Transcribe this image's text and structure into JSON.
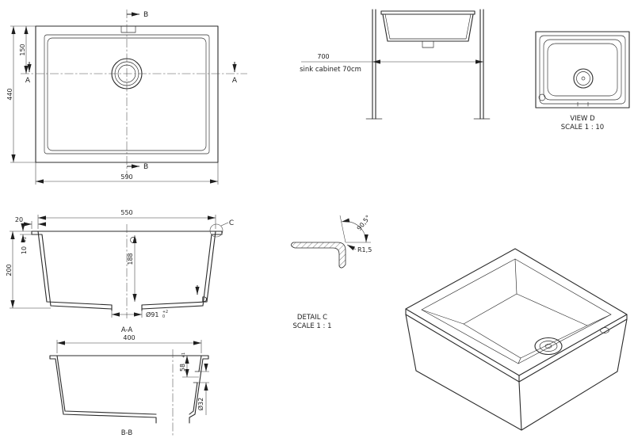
{
  "drawing": {
    "top_view": {
      "dim_height": "440",
      "dim_offset": "150",
      "dim_width": "590",
      "sec_b_top": "B",
      "sec_b_bottom": "B",
      "sec_a_left": "A",
      "sec_a_right": "A"
    },
    "front_view": {
      "dim_width": "700",
      "note": "sink cabinet 70cm"
    },
    "view_d": {
      "title": "VIEW D",
      "scale": "SCALE 1 : 10"
    },
    "section_aa": {
      "dim_width": "550",
      "dim_flange": "20",
      "dim_rim": "10",
      "dim_rim_tol": "+2",
      "dim_depth": "200",
      "dim_inner_depth": "188",
      "dim_drain": "Ø91",
      "dim_drain_tol_up": "+2",
      "dim_drain_tol_low": "0",
      "marker_c": "C",
      "marker_d": "D",
      "title": "A-A"
    },
    "detail_c": {
      "radius": "R1,5",
      "angle": "90,5°",
      "title": "DETAIL C",
      "scale": "SCALE 1 : 1"
    },
    "section_bb": {
      "dim_width": "400",
      "dim_overflow": "58",
      "dim_overflow_tol": "+1",
      "dim_overflow_dia": "Ø32",
      "title": "B-B"
    }
  }
}
